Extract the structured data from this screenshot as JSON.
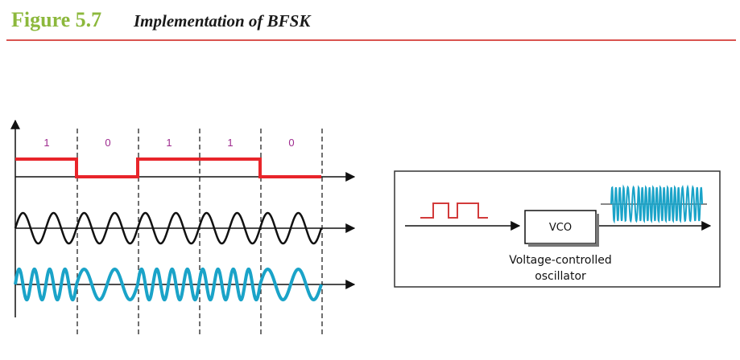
{
  "figure": {
    "number": "Figure 5.7",
    "title": "Implementation of BFSK"
  },
  "bits": [
    "1",
    "0",
    "1",
    "1",
    "0"
  ],
  "vco": {
    "label": "VCO",
    "caption_line1": "Voltage-controlled",
    "caption_line2": "oscillator"
  },
  "colors": {
    "signal": "#e8252a",
    "carrier": "#111111",
    "bfsk": "#1aa3c8",
    "figure_number": "#8cb83c",
    "rule": "#d9534f",
    "bit_labels": "#9e2a8e"
  }
}
